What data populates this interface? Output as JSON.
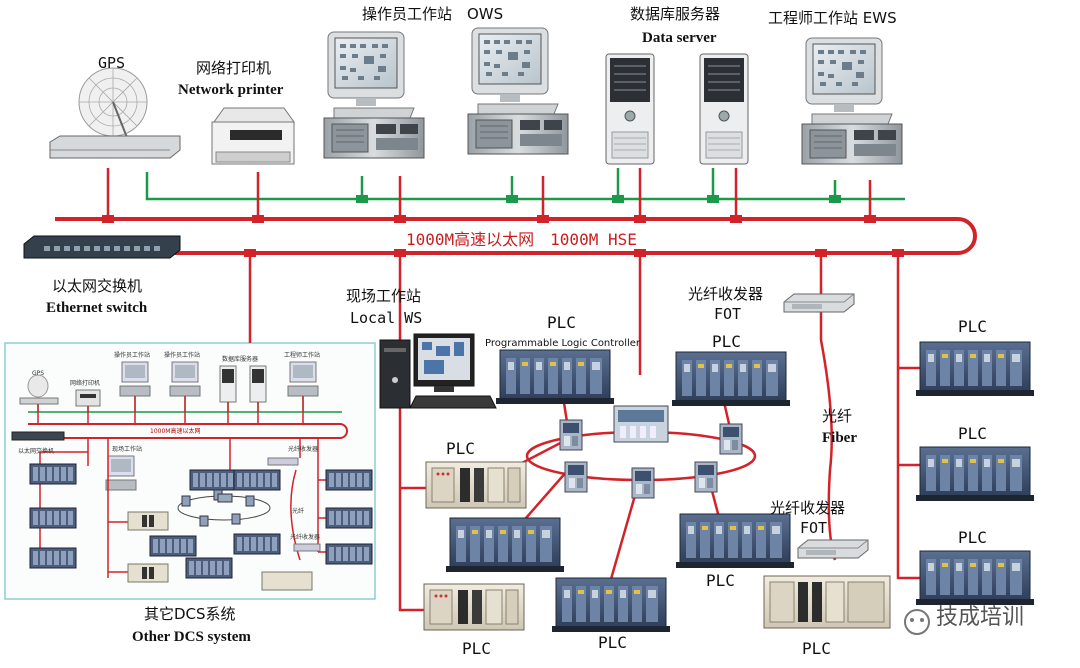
{
  "labels": {
    "gps": "GPS",
    "printer_cn": "网络打印机",
    "printer_en": "Network printer",
    "ows": "操作员工作站　OWS",
    "db_cn": "数据库服务器",
    "db_en": "Data server",
    "ews": "工程师工作站 EWS",
    "hse": "1000M高速以太网　1000M HSE",
    "switch_cn": "以太网交换机",
    "switch_en": "Ethernet switch",
    "local_cn": "现场工作站",
    "local_en": "Local WS",
    "plc": "PLC",
    "plc_full": "Programmable Logic Controller",
    "fot_cn": "光纤收发器",
    "fot_en": "FOT",
    "fiber_cn": "光纤",
    "fiber_en": "Fiber",
    "other_cn": "其它DCS系统",
    "other_en": "Other DCS system",
    "watermark": "技成培训"
  },
  "mini": {
    "gps": "GPS",
    "printer": "网络打印机",
    "ows": "操作员工作站",
    "ows2": "操作员工作站",
    "db": "数据库服务器",
    "ews": "工程师工作站",
    "hse": "1000M高速以太网",
    "switch": "以太网交换机",
    "local": "现场工作站",
    "fot": "光纤收发器",
    "fiber": "光纤"
  },
  "colors": {
    "hse": "#d2232a",
    "lan": "#1a9a4a",
    "plc": "#3a4f70",
    "frame": "#8ccfd0"
  },
  "icons": [
    "gps-dish-icon",
    "printer-icon",
    "workstation-icon",
    "server-tower-icon",
    "ethernet-switch-icon",
    "plc-rack-icon",
    "fiber-transceiver-icon",
    "wechat-logo-icon"
  ]
}
